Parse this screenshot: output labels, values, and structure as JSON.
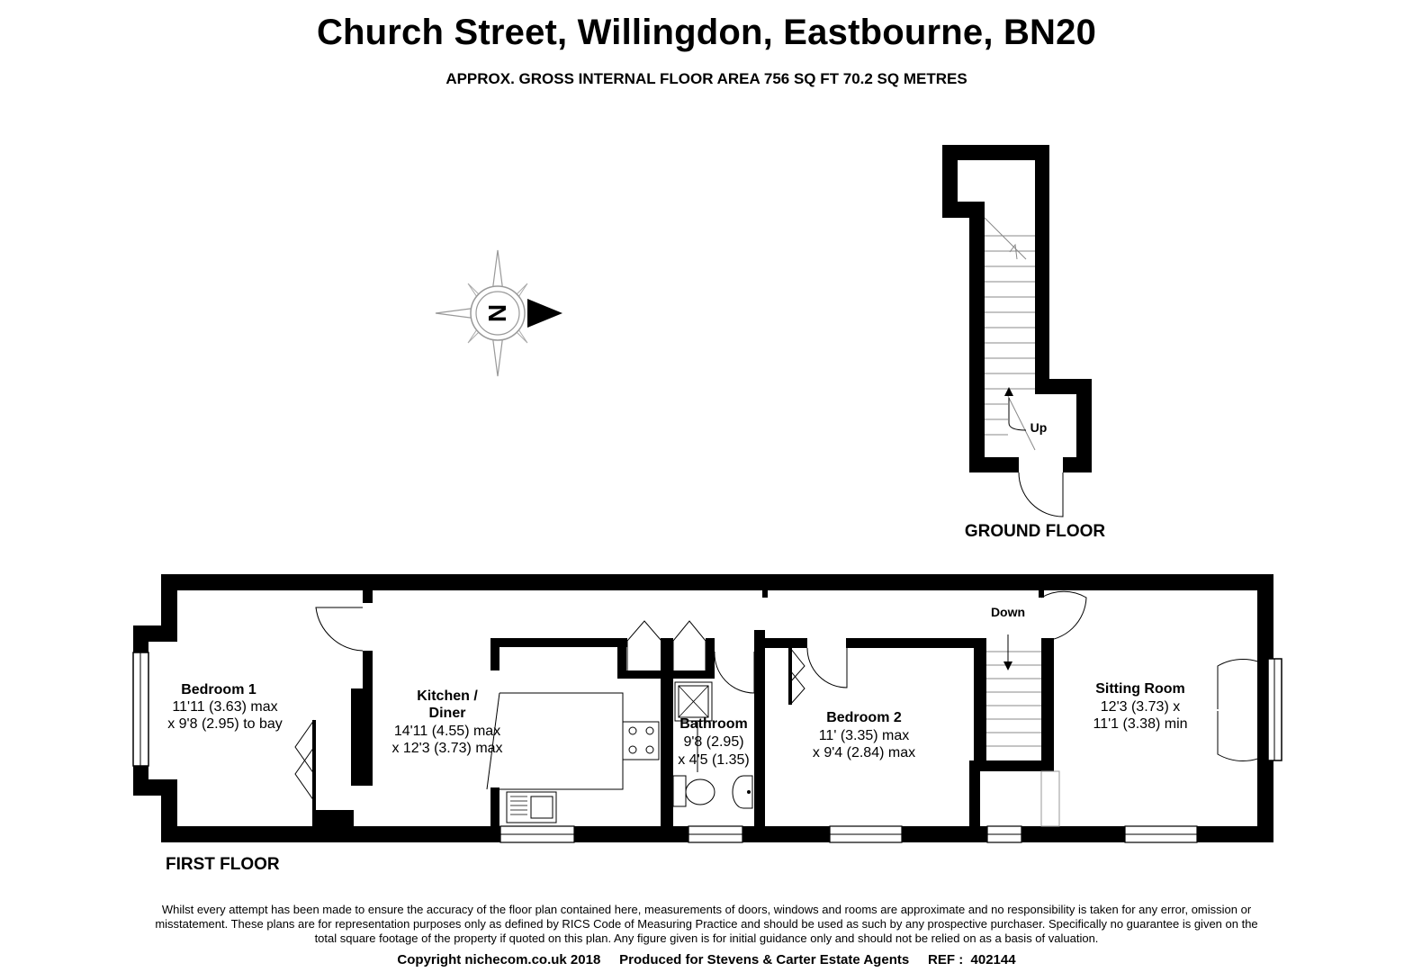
{
  "header": {
    "title": "Church Street, Willingdon, Eastbourne, BN20",
    "subtitle": "APPROX. GROSS INTERNAL FLOOR AREA 756 SQ FT 70.2 SQ METRES"
  },
  "compass": {
    "letter": "N"
  },
  "ground_floor": {
    "label": "GROUND FLOOR",
    "stair_label": "Up"
  },
  "first_floor": {
    "label": "FIRST FLOOR",
    "stair_label": "Down",
    "rooms": [
      {
        "name": "Bedroom 1",
        "dims": [
          "11'11 (3.63) max",
          "x 9'8 (2.95) to bay"
        ]
      },
      {
        "name_lines": [
          "Kitchen /",
          "Diner"
        ],
        "dims": [
          "14'11 (4.55) max",
          "x 12'3 (3.73) max"
        ]
      },
      {
        "name": "Bathroom",
        "dims": [
          "9'8 (2.95)",
          "x 4'5 (1.35)"
        ]
      },
      {
        "name": "Bedroom 2",
        "dims": [
          "11' (3.35) max",
          "x 9'4 (2.84) max"
        ]
      },
      {
        "name": "Sitting Room",
        "dims": [
          "12'3 (3.73) x",
          "11'1 (3.38) min"
        ]
      }
    ]
  },
  "disclaimer": "Whilst every attempt has been made to ensure the accuracy of the floor plan contained here, measurements of doors, windows and rooms are approximate and no responsibility is taken for any error, omission or misstatement. These plans are for representation purposes only as defined by RICS Code of Measuring Practice and should be used as such by any prospective purchaser. Specifically no guarantee is given on the total square footage of the property if quoted on this plan. Any figure given is for initial guidance only and should not be relied on as a basis of valuation.",
  "footer": {
    "copyright": "Copyright nichecom.co.uk 2018",
    "produced_for": "Produced for Stevens & Carter Estate Agents",
    "ref": "REF :  402144"
  }
}
